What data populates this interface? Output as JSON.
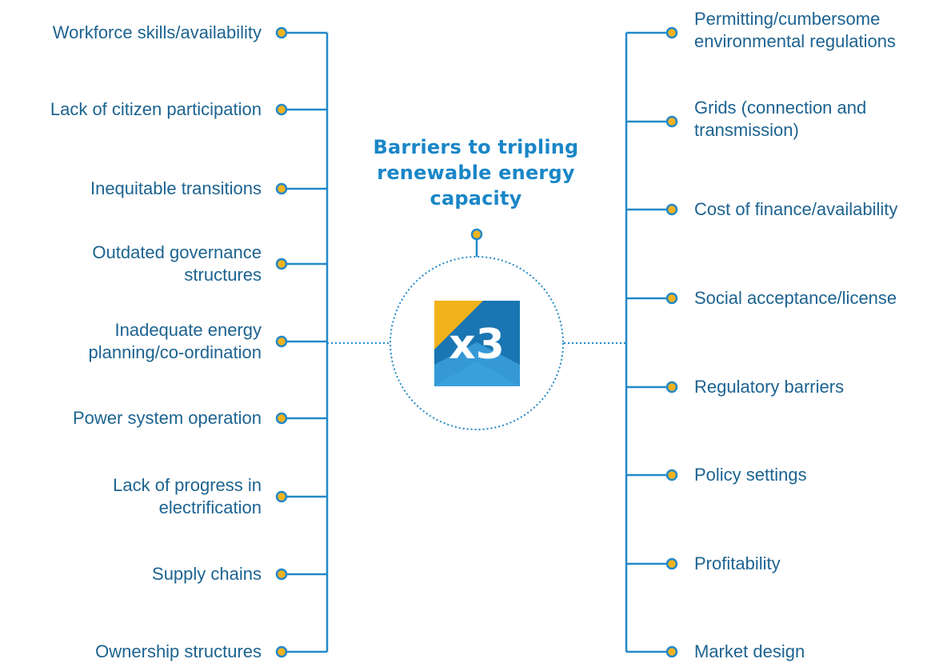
{
  "title": "Barriers to tripling renewable energy capacity",
  "center_icon": {
    "text": "x3",
    "icon": "tripling-x3-icon"
  },
  "left_barriers": [
    "Workforce skills/availability",
    "Lack of citizen participation",
    "Inequitable transitions",
    "Outdated governance structures",
    "Inadequate energy planning/co-ordination",
    "Power system operation",
    "Lack of progress in electrification",
    "Supply chains",
    "Ownership structures"
  ],
  "right_barriers": [
    "Permitting/cumbersome environmental regulations",
    "Grids (connection and transmission)",
    "Cost of finance/availability",
    "Social acceptance/license",
    "Regulatory barriers",
    "Policy settings",
    "Profitability",
    "Market design"
  ],
  "colors": {
    "line": "#2389c9",
    "dot_fill": "#f2b21c",
    "text": "#1d6390",
    "title": "#1a86c7",
    "icon_yellow": "#f2b21c",
    "icon_dark_blue": "#1a76b2",
    "icon_light_blue": "#3ba0dc"
  }
}
